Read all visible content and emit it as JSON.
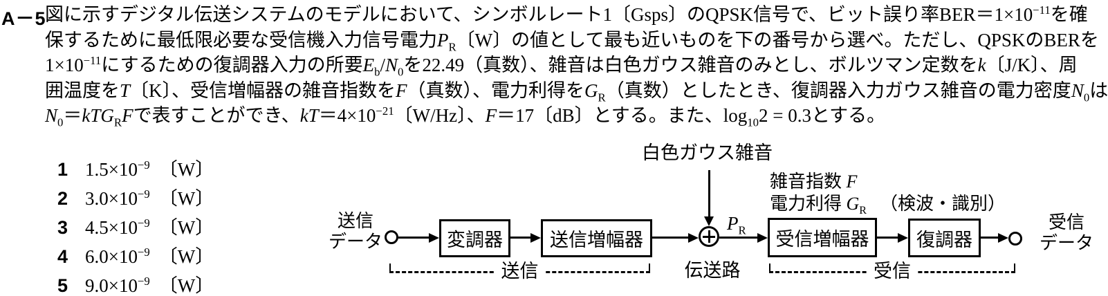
{
  "colors": {
    "background": "#ffffff",
    "ink": "#000000"
  },
  "question": {
    "number": "A－5",
    "lines_html": [
      "図に示すデジタル伝送システムのモデルにおいて、シンボルレート1〔Gsps〕のQPSK信号で、ビット誤り率BER＝1×10<sup>−11</sup>を確",
      "保するために最低限必要な受信機入力信号電力<i>P</i><sub>R</sub>〔W〕の値として最も近いものを下の番号から選べ。ただし、QPSKのBERを",
      "1×10<sup>−11</sup>にするための復調器入力の所要<i>E</i><sub>b</sub>/<i>N</i><sub>0</sub>を22.49（真数）、雑音は白色ガウス雑音のみとし、ボルツマン定数を<i>k</i>〔J/K〕、周",
      "囲温度を<i>T</i>〔K〕、受信増幅器の雑音指数を<i>F</i>（真数）、電力利得を<i>G</i><sub>R</sub>（真数）としたとき、復調器入力ガウス雑音の電力密度<i>N</i><sub>0</sub>は",
      "<i>N</i><sub>0</sub>＝<i>kTG</i><sub>R</sub><i>F</i>で表すことができ、<i>kT</i>＝4×10<sup>−21</sup>〔W/Hz〕、<i>F</i>＝17〔dB〕とする。また、log<sub>10</sub>2 = 0.3とする。"
    ]
  },
  "options": [
    {
      "num": "1",
      "value_html": "1.5×10<sup>−9</sup>",
      "unit": "〔W〕"
    },
    {
      "num": "2",
      "value_html": "3.0×10<sup>−9</sup>",
      "unit": "〔W〕"
    },
    {
      "num": "3",
      "value_html": "4.5×10<sup>−9</sup>",
      "unit": "〔W〕"
    },
    {
      "num": "4",
      "value_html": "6.0×10<sup>−9</sup>",
      "unit": "〔W〕"
    },
    {
      "num": "5",
      "value_html": "9.0×10<sup>−9</sup>",
      "unit": "〔W〕"
    }
  ],
  "diagram": {
    "input_label_lines": [
      "送信",
      "データ"
    ],
    "output_label_lines": [
      "受信",
      "データ"
    ],
    "blocks": {
      "modulator": "変調器",
      "tx_amplifier": "送信増幅器",
      "rx_amplifier": "受信増幅器",
      "demodulator": "復調器"
    },
    "noise_source_label": "白色ガウス雑音",
    "pr_label_html": "<i>P</i><sub>R</sub>",
    "noise_figure_html": "雑音指数 <i>F</i>",
    "power_gain_html": "電力利得 <i>G</i><sub>R</sub>",
    "demod_annotation": "（検波・識別）",
    "channel_label": "伝送路",
    "tx_section_label": "送信",
    "rx_section_label": "受信"
  }
}
